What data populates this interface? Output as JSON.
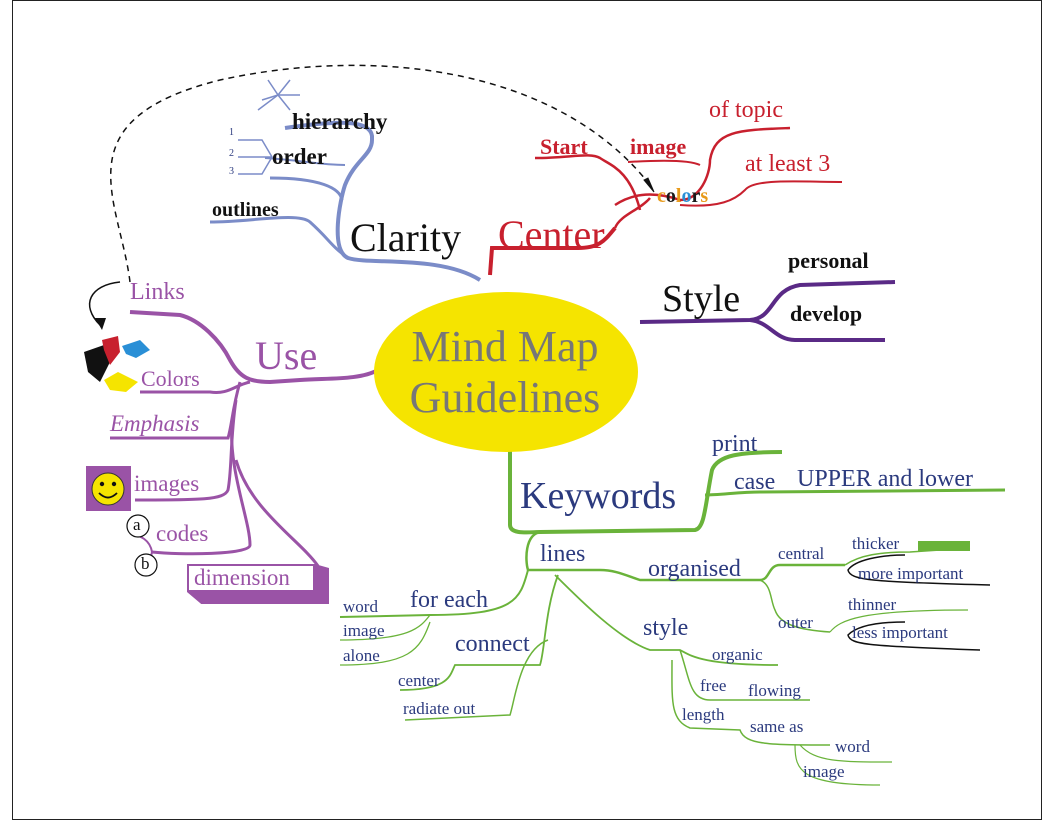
{
  "center": {
    "line1": "Mind Map",
    "line2": "Guidelines"
  },
  "colors": {
    "center_fill": "#f5e400",
    "center_text": "#777777",
    "red": "#c8202e",
    "blue": "#7b8cc8",
    "purple": "#5a2a86",
    "magenta": "#9a53a6",
    "green": "#6ab33a",
    "navy": "#2b3a7e"
  },
  "clarity": {
    "label": "Clarity",
    "hierarchy": "hierarchy",
    "order": "order",
    "outlines": "outlines",
    "num1": "1",
    "num2": "2",
    "num3": "3"
  },
  "center_branch": {
    "label": "Center",
    "start": "Start",
    "image": "image",
    "of_topic": "of topic",
    "at_least": "at least 3",
    "colors_letters": [
      "c",
      "o",
      "l",
      "o",
      "r",
      "s"
    ],
    "colors_letter_colors": [
      "#e89a1a",
      "#1a1a1a",
      "#e89a1a",
      "#2a8fd6",
      "#1a1a1a",
      "#e89a1a"
    ]
  },
  "style": {
    "label": "Style",
    "personal": "personal",
    "develop": "develop"
  },
  "use": {
    "label": "Use",
    "links": "Links",
    "colors": "Colors",
    "emphasis": "Emphasis",
    "images": "images",
    "codes": "codes",
    "dimension": "dimension",
    "code_a": "a",
    "code_b": "b"
  },
  "keywords": {
    "label": "Keywords",
    "print": "print",
    "case": "case",
    "upper_lower": "UPPER and lower"
  },
  "lines": {
    "label": "lines",
    "organised": "organised",
    "central": "central",
    "thicker": "thicker",
    "more_important": "more important",
    "outer": "outer",
    "thinner": "thinner",
    "less_important": "less important",
    "style": "style",
    "organic": "organic",
    "free": "free",
    "flowing": "flowing",
    "length": "length",
    "same_as": "same as",
    "word": "word",
    "image": "image",
    "for_each": "for each",
    "fe_word": "word",
    "fe_image": "image",
    "fe_alone": "alone",
    "connect": "connect",
    "center": "center",
    "radiate_out": "radiate out"
  }
}
